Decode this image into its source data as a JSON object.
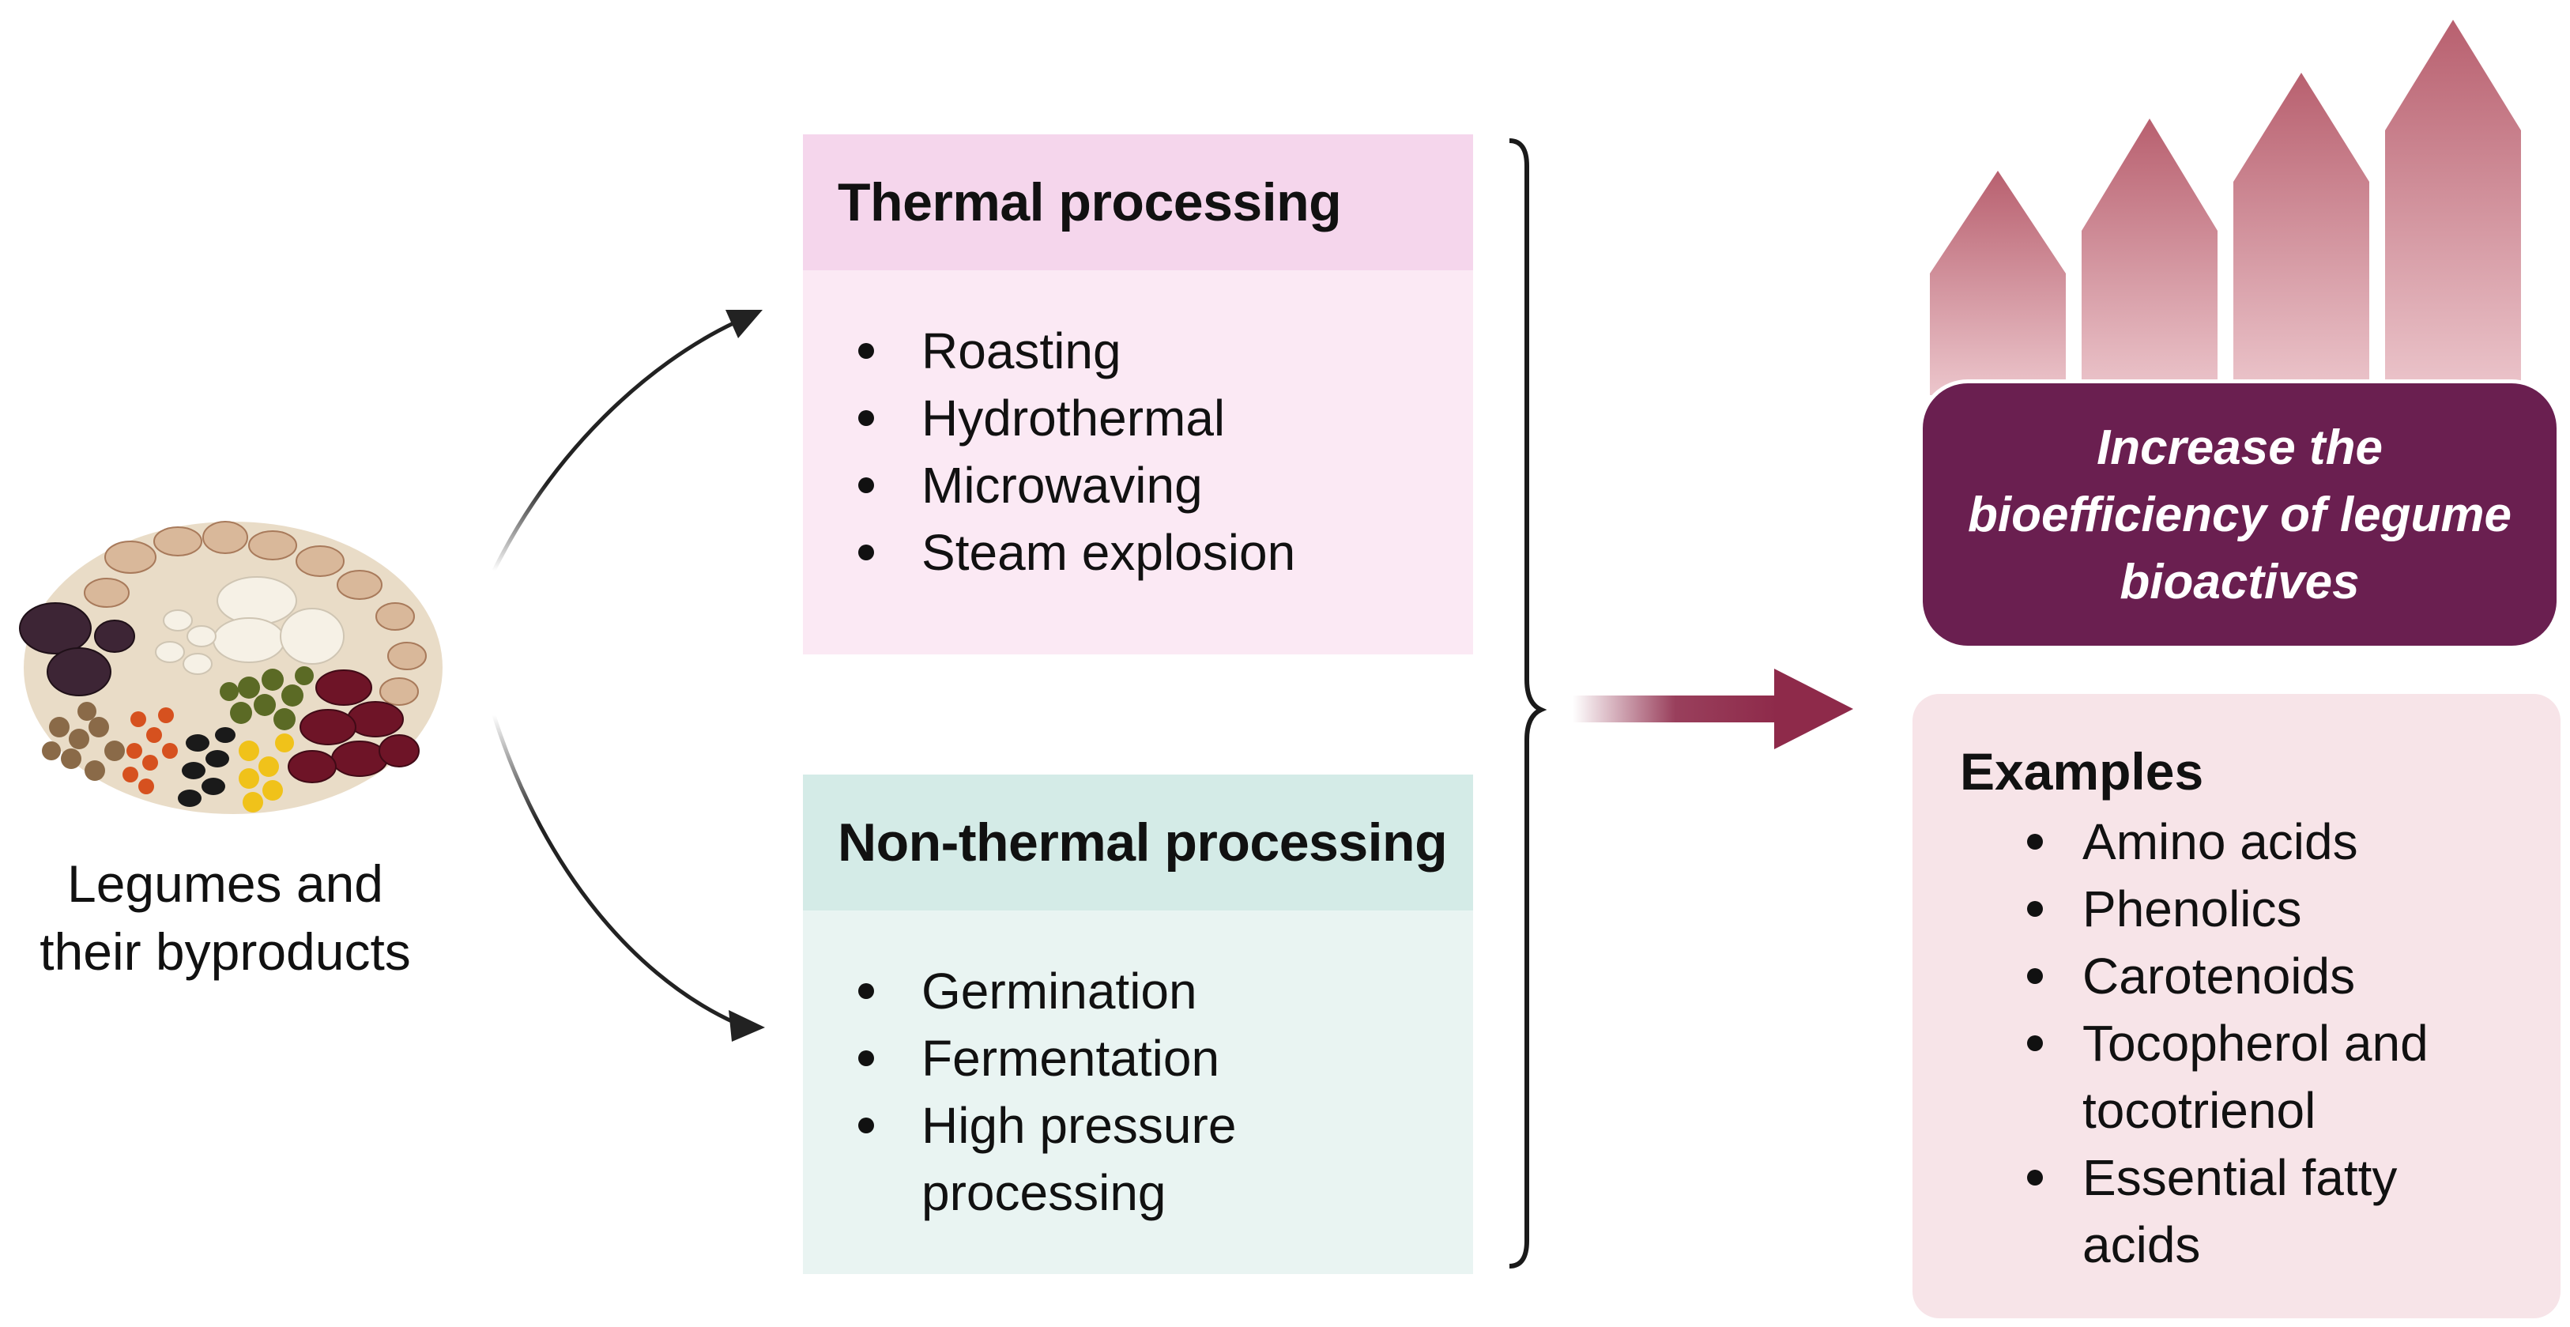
{
  "left": {
    "image_icon": "legumes-pile-icon",
    "caption": "Legumes and\ntheir byproducts"
  },
  "thermal": {
    "title": "Thermal processing",
    "items": [
      "Roasting",
      "Hydrothermal",
      "Microwaving",
      "Steam explosion"
    ]
  },
  "nonthermal": {
    "title": "Non-thermal processing",
    "items": [
      "Germination",
      "Fermentation",
      "High pressure processing"
    ]
  },
  "outcome": {
    "text": "Increase the\nbioefficiency of legume\nbioactives"
  },
  "examples": {
    "title": "Examples",
    "items": [
      "Amino acids",
      "Phenolics",
      "Carotenoids",
      "Tocopherol and tocotrienol",
      "Essential fatty acids"
    ]
  },
  "colors": {
    "thermal_header": "#f5d6ec",
    "thermal_body": "#fbe9f4",
    "nonthermal_header": "#d4ebe7",
    "nonthermal_body": "#e9f4f2",
    "banner": "#6a1f50",
    "arrow": "#8e2a4a",
    "house_arrows": "#c0717f",
    "examples_bg": "#f7e4e8"
  }
}
